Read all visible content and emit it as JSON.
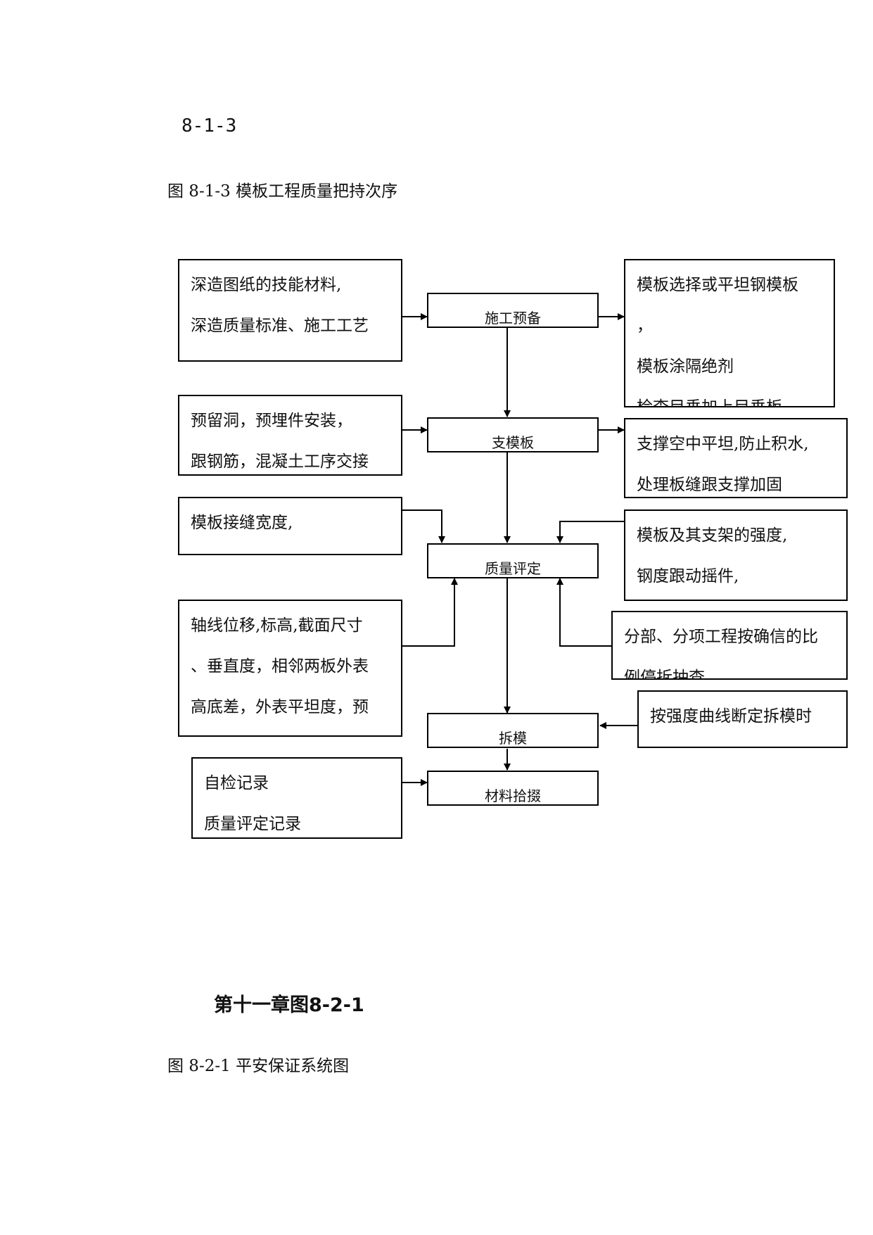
{
  "section_heading": "8-1-3",
  "figure_caption": "图 8-1-3 模板工程质量把持次序",
  "flowchart": {
    "center_steps": [
      "施工预备",
      "支模板",
      "质量评定",
      "拆模",
      "材料拾掇"
    ],
    "left_boxes": [
      [
        "深造图纸的技能材料,",
        "深造质量标准、施工工艺"
      ],
      [
        "预留洞，预埋件安装，",
        "跟钢筋，混凝土工序交接"
      ],
      [
        "模板接缝宽度,"
      ],
      [
        "轴线位移,标高,截面尺寸",
        "、垂直度，相邻两板外表",
        "高底差，外表平坦度，预"
      ],
      [
        "自检记录",
        "质量评定记录"
      ]
    ],
    "right_boxes": [
      [
        "模板选择或平坦钢模板",
        "，",
        "模板涂隔绝剂",
        "检查目垂加上目垂板"
      ],
      [
        "支撑空中平坦,防止积水,",
        "处理板缝跟支撑加固"
      ],
      [
        "模板及其支架的强度,",
        "钢度跟动摇件,"
      ],
      [
        "分部、分项工程按确信的比",
        "例停拆抽查"
      ],
      [
        "按强度曲线断定拆模时"
      ]
    ]
  },
  "chapter_heading": "第十一章图8-2-1",
  "figure_caption_2": "图 8-2-1 平安保证系统图"
}
